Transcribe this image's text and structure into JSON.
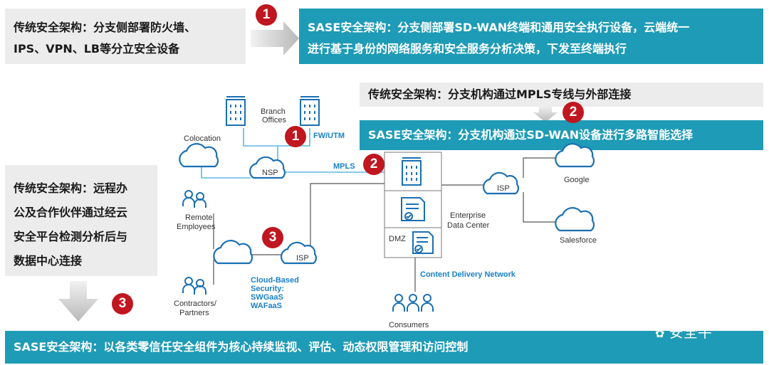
{
  "boxes": {
    "top_left": [
      "传统安全架构：分支侧部署防火墙、",
      "IPS、VPN、LB等分立安全设备"
    ],
    "top_right": [
      "SASE安全架构：分支侧部署SD-WAN终端和通用安全执行设备，云端统一",
      "进行基于身份的网络服务和安全服务分析决策，下发至终端执行"
    ],
    "mid_gray": "传统安全架构：分支机构通过MPLS专线与外部连接",
    "mid_teal": "SASE安全架构：分支机构通过SD-WAN设备进行多路智能选择",
    "left_gray": [
      "传统安全架构：远程办",
      "公及合作伙伴通过经云",
      "安全平台检测分析后与",
      "数据中心连接"
    ],
    "bottom_teal": "SASE安全架构：以各类零信任安全组件为核心持续监视、评估、动态权限管理和访问控制"
  },
  "badges": {
    "b1": "1",
    "b2": "2",
    "b3": "3"
  },
  "diagram": {
    "branch_offices": [
      "Branch",
      "Offices"
    ],
    "fw_utm": "FW/UTM",
    "colocation": "Colocation",
    "nsp": "NSP",
    "mpls": "MPLS",
    "isp": "ISP",
    "google": "Google",
    "salesforce": "Salesforce",
    "enterprise_dc": [
      "Enterprise",
      "Data Center"
    ],
    "dmz": "DMZ",
    "cdn": "Content Delivery Network",
    "remote_employees": [
      "Remote",
      "Employees"
    ],
    "contractors": [
      "Contractors/",
      "Partners"
    ],
    "cloud_security": [
      "Cloud-Based",
      "Security:",
      "SWGaaS",
      "WAFaaS"
    ],
    "consumers": "Consumers"
  },
  "watermark": "安全牛",
  "colors": {
    "teal": "#1e9bb6",
    "gray": "#ececec",
    "badge_red": "#c0161f",
    "network_line": "#5bb9e0"
  }
}
